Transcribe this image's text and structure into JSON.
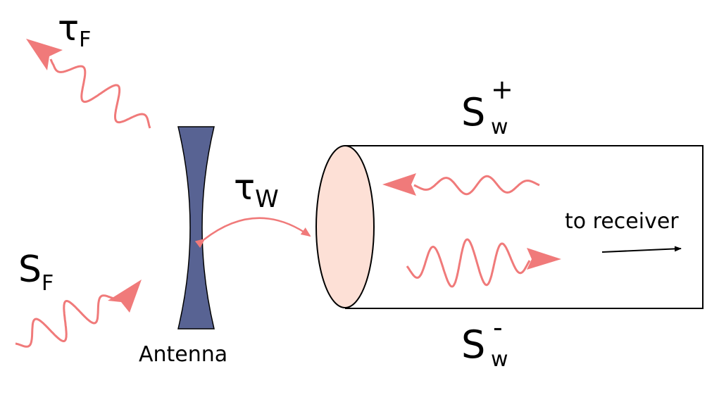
{
  "labels": {
    "tau_f": {
      "main": "τ",
      "sub": "F"
    },
    "s_f": {
      "main": "S",
      "sub": "F"
    },
    "tau_w": {
      "main": "τ",
      "sub": "W"
    },
    "s_w_plus": {
      "main": "S",
      "sub": "w",
      "sup": "+"
    },
    "s_w_minus": {
      "main": "S",
      "sub": "w",
      "sup": "-"
    },
    "antenna": "Antenna",
    "to_receiver": "to receiver"
  },
  "colors": {
    "wave": "#f07a7a",
    "antenna_fill": "#586393",
    "port_fill": "#fde0d6",
    "outline": "#000000"
  }
}
